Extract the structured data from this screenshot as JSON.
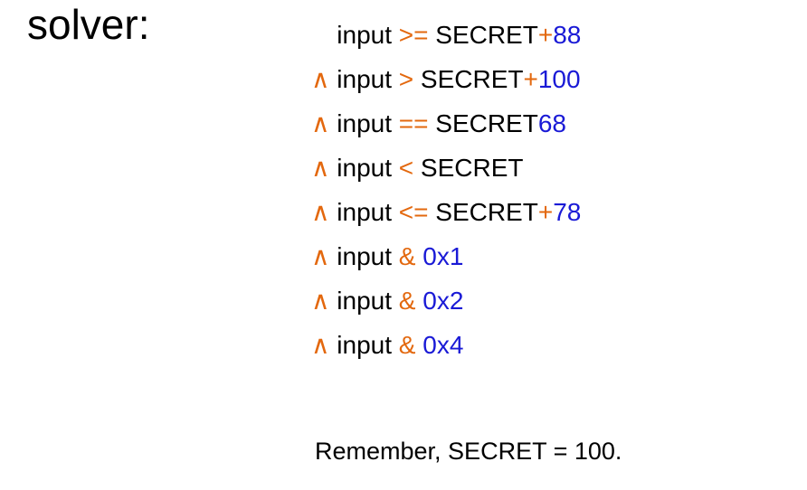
{
  "title": "solver:",
  "footer": "Remember, SECRET = 100.",
  "colors": {
    "black": "#000000",
    "orange": "#e3680e",
    "blue": "#1a1ad6"
  },
  "constraints": [
    {
      "indent": true,
      "tokens": [
        [
          "input ",
          "black"
        ],
        [
          ">=",
          "orange"
        ],
        [
          " SECRET",
          "black"
        ],
        [
          "+",
          "orange"
        ],
        [
          "88",
          "blue"
        ]
      ]
    },
    {
      "indent": false,
      "tokens": [
        [
          "∧ ",
          "orange"
        ],
        [
          "input ",
          "black"
        ],
        [
          ">",
          "orange"
        ],
        [
          " SECRET",
          "black"
        ],
        [
          "+",
          "orange"
        ],
        [
          "100",
          "blue"
        ]
      ]
    },
    {
      "indent": false,
      "tokens": [
        [
          "∧ ",
          "orange"
        ],
        [
          "input ",
          "black"
        ],
        [
          "==",
          "orange"
        ],
        [
          " SECRET",
          "black"
        ],
        [
          "68",
          "blue"
        ]
      ]
    },
    {
      "indent": false,
      "tokens": [
        [
          "∧ ",
          "orange"
        ],
        [
          "input ",
          "black"
        ],
        [
          "<",
          "orange"
        ],
        [
          " SECRET",
          "black"
        ]
      ]
    },
    {
      "indent": false,
      "tokens": [
        [
          "∧ ",
          "orange"
        ],
        [
          "input ",
          "black"
        ],
        [
          "<=",
          "orange"
        ],
        [
          " SECRET",
          "black"
        ],
        [
          "+",
          "orange"
        ],
        [
          "78",
          "blue"
        ]
      ]
    },
    {
      "indent": false,
      "tokens": [
        [
          "∧ ",
          "orange"
        ],
        [
          "input ",
          "black"
        ],
        [
          "&",
          "orange"
        ],
        [
          " ",
          "black"
        ],
        [
          "0x1",
          "blue"
        ]
      ]
    },
    {
      "indent": false,
      "tokens": [
        [
          "∧ ",
          "orange"
        ],
        [
          "input ",
          "black"
        ],
        [
          "&",
          "orange"
        ],
        [
          " ",
          "black"
        ],
        [
          "0x2",
          "blue"
        ]
      ]
    },
    {
      "indent": false,
      "tokens": [
        [
          "∧ ",
          "orange"
        ],
        [
          "input ",
          "black"
        ],
        [
          "&",
          "orange"
        ],
        [
          " ",
          "black"
        ],
        [
          "0x4",
          "blue"
        ]
      ]
    }
  ]
}
